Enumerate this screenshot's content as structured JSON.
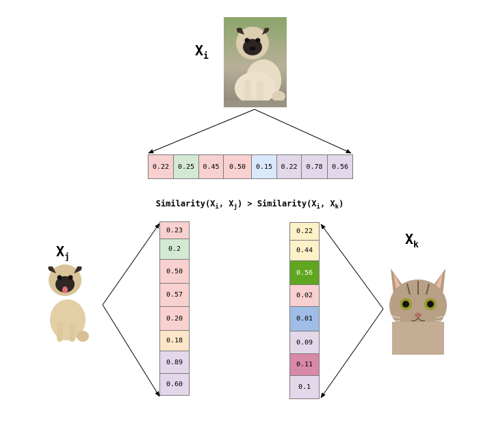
{
  "labels": {
    "xi": {
      "base": "X",
      "sub": "i"
    },
    "xj": {
      "base": "X",
      "sub": "j"
    },
    "xk": {
      "base": "X",
      "sub": "k"
    }
  },
  "similarity": {
    "lhs_open": "Similarity(X",
    "lhs_sub1": "i",
    "lhs_mid": ", X",
    "lhs_sub2": "j",
    "op": ") > Similarity(X",
    "rhs_sub1": "i",
    "rhs_mid": ", X",
    "rhs_sub2": "k",
    "close": ")"
  },
  "embedding_i": [
    {
      "value": "0.22",
      "color": "#f8d0d0"
    },
    {
      "value": "0.25",
      "color": "#d4e9d4"
    },
    {
      "value": "0.45",
      "color": "#f8d0d0"
    },
    {
      "value": "0.50",
      "color": "#f8d0d0"
    },
    {
      "value": "0.15",
      "color": "#dae8fb"
    },
    {
      "value": "0.22",
      "color": "#e3d7ea"
    },
    {
      "value": "0.78",
      "color": "#e3d7ea"
    },
    {
      "value": "0.56",
      "color": "#e3d7ea"
    }
  ],
  "embedding_j": [
    {
      "value": "0.23",
      "color": "#f8d0d0"
    },
    {
      "value": "0.2",
      "color": "#d4e9d4"
    },
    {
      "value": "0.50",
      "color": "#f8d0d0"
    },
    {
      "value": "0.57",
      "color": "#f8d0d0"
    },
    {
      "value": "0.20",
      "color": "#f8d0d0"
    },
    {
      "value": "0.18",
      "color": "#fde6c8"
    },
    {
      "value": "0.89",
      "color": "#e3d7ea"
    },
    {
      "value": "0.60",
      "color": "#e3d7ea"
    }
  ],
  "embedding_k": [
    {
      "value": "0.22",
      "color": "#fdf1c8"
    },
    {
      "value": "0.44",
      "color": "#fdf1c8"
    },
    {
      "value": "0.56",
      "color": "#60a620",
      "text_color": "#ffffff"
    },
    {
      "value": "0.02",
      "color": "#f8d0d0"
    },
    {
      "value": "0.01",
      "color": "#9fbde6"
    },
    {
      "value": "0.09",
      "color": "#e3d7ea"
    },
    {
      "value": "0.11",
      "color": "#d889a8"
    },
    {
      "value": "0.1",
      "color": "#e3d7ea"
    }
  ],
  "images": {
    "anchor": "pug-photo",
    "positive": "pug-photo",
    "negative": "cat-photo"
  }
}
